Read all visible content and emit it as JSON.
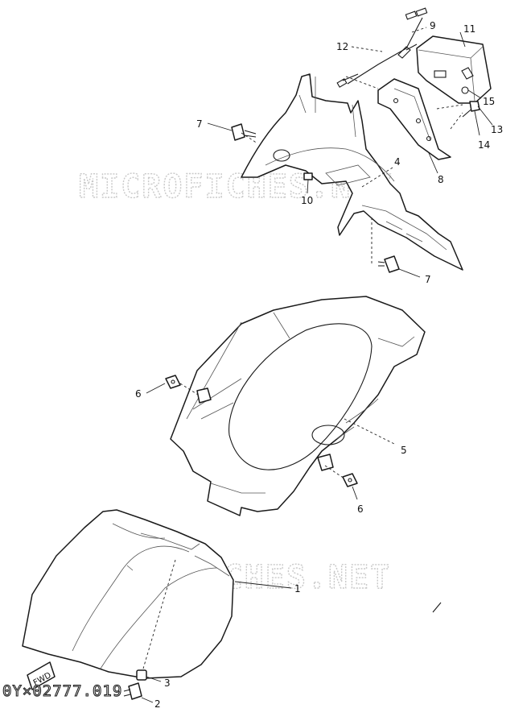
{
  "watermark": {
    "top": "MICROFICHES.NET",
    "bottom": "MICROFICHES.NET"
  },
  "figure_code": "0Y×02777.019",
  "fwd_label": "FWD",
  "callouts": {
    "c1": "1",
    "c2": "2",
    "c3": "3",
    "c4": "4",
    "c5": "5",
    "c6a": "6",
    "c6b": "6",
    "c7a": "7",
    "c7b": "7",
    "c8": "8",
    "c9": "9",
    "c10": "10",
    "c11": "11",
    "c12": "12",
    "c13": "13",
    "c14": "14",
    "c15": "15"
  }
}
